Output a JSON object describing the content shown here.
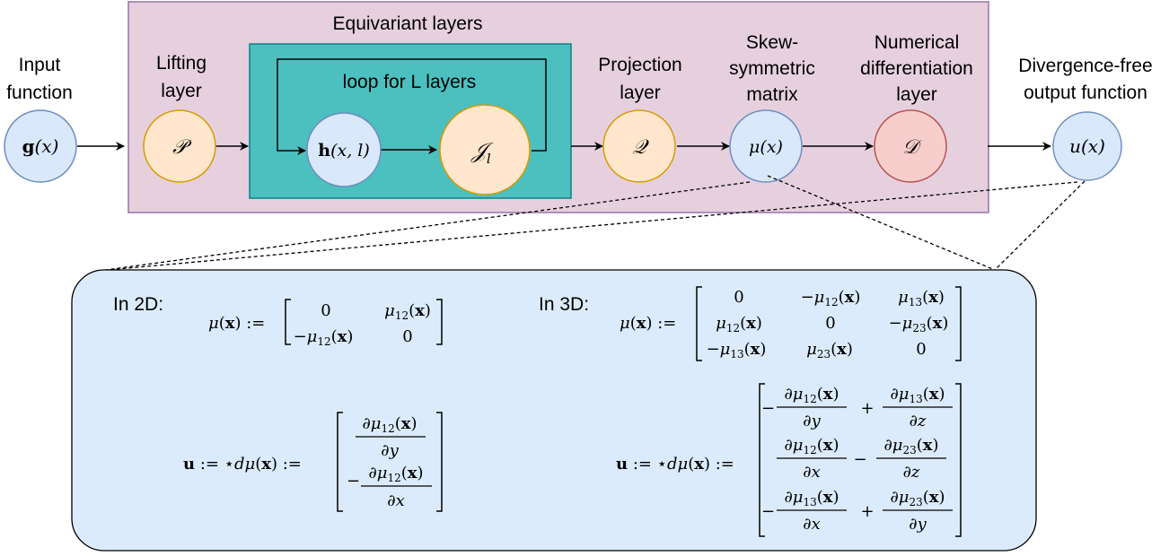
{
  "colors": {
    "outer_box_fill": "#e6d0de",
    "outer_box_stroke": "#9673a6",
    "inner_box_fill": "#4cbfbf",
    "inner_box_stroke": "#0e8088",
    "blue_node_fill": "#dae8fc",
    "blue_node_stroke": "#6c8ebf",
    "orange_node_fill": "#ffe6cc",
    "orange_node_stroke": "#d79b00",
    "red_node_fill": "#f8cecc",
    "red_node_stroke": "#b85450",
    "detail_box_fill": "#dcebfb"
  },
  "labels": {
    "equivariant_layers": "Equivariant layers",
    "loop_label": "loop for L layers",
    "input_line1": "Input",
    "input_line2": "function",
    "lifting_line1": "Lifting",
    "lifting_line2": "layer",
    "projection_line1": "Projection",
    "projection_line2": "layer",
    "skew_line1": "Skew-",
    "skew_line2": "symmetric",
    "skew_line3": "matrix",
    "numdiff_line1": "Numerical",
    "numdiff_line2": "differentiation",
    "numdiff_line3": "layer",
    "output_line1": "Divergence-free",
    "output_line2": "output function",
    "in2d": "In 2D:",
    "in3d": "In 3D:"
  },
  "nodes": {
    "input": {
      "var": "g",
      "arg": "(x)"
    },
    "lifting": {
      "symbol": "𝒫"
    },
    "hidden": {
      "var": "h",
      "arg": "(x, l)"
    },
    "kernel": {
      "symbol": "𝒥",
      "sub": "l"
    },
    "projection": {
      "symbol": "𝒬"
    },
    "skew": {
      "symbol": "μ",
      "arg": "(x)"
    },
    "numdiff": {
      "symbol": "𝒟"
    },
    "output": {
      "var": "u",
      "arg": "(x)"
    }
  }
}
